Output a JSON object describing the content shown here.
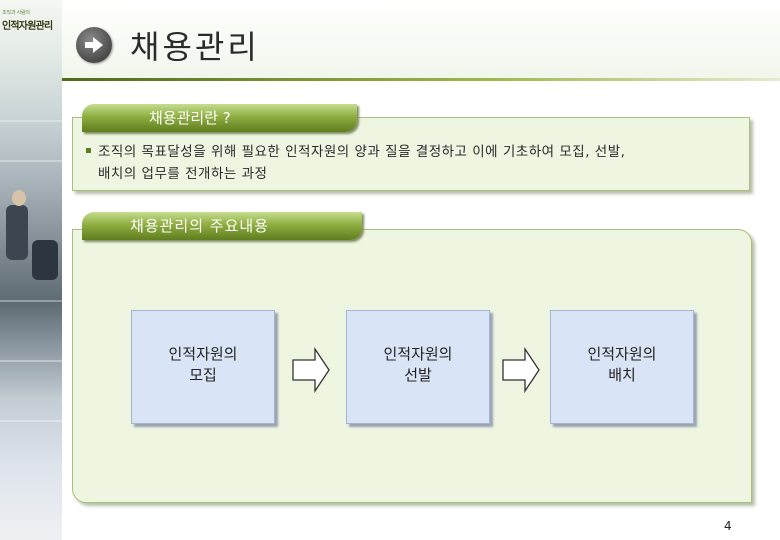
{
  "header": {
    "title": "채용관리",
    "logo_small": "조직과 사람의",
    "logo_main": "인적자원관리"
  },
  "definition": {
    "tab_label": "채용관리란 ?",
    "line1": "조직의 목표달성을 위해 필요한 인적자원의 양과 질을 결정하고 이에 기초하여 모집, 선발,",
    "line2": "배치의 업무를 전개하는 과정"
  },
  "main": {
    "tab_label": "채용관리의 주요내용",
    "steps": [
      {
        "line1": "인적자원의",
        "line2": "모집"
      },
      {
        "line1": "인적자원의",
        "line2": "선발"
      },
      {
        "line1": "인적자원의",
        "line2": "배치"
      }
    ]
  },
  "footer": {
    "page_number": "4"
  },
  "colors": {
    "accent_green": "#5f7d1e",
    "box_fill": "#eef5e0",
    "step_fill": "#d9e4f6"
  },
  "icons": [
    "arrow-right-circle-icon",
    "bullet-square-icon",
    "flow-arrow-icon"
  ]
}
